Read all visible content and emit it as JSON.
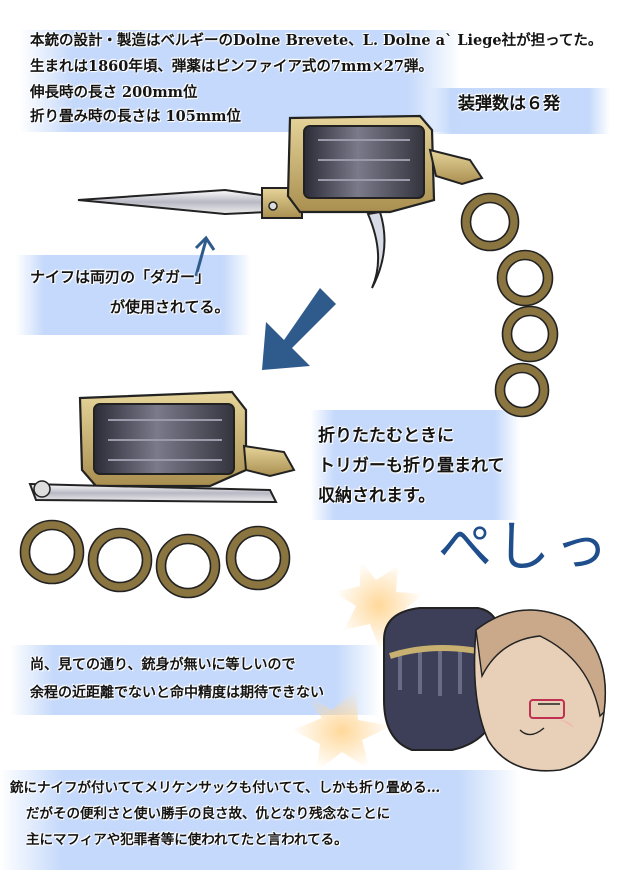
{
  "intro": {
    "line1": "本銃の設計・製造はベルギーのDolne Brevete、L. Dolne a` Liege社が担ってた。",
    "line2": "生まれは1860年頃、弾薬はピンファイア式の7mm×27弾。",
    "line3": "伸長時の長さ 200mm位",
    "line4": "折り畳み時の長さは 105mm位"
  },
  "capacity": "装弾数は６発",
  "knife_note": {
    "line1": "ナイフは両刃の「ダガー」",
    "line2": "が使用されてる。"
  },
  "fold_note": {
    "line1": "折りたたむときに",
    "line2": "トリガーも折り畳まれて",
    "line3": "収納されます。"
  },
  "sfx": "ぺしっ",
  "accuracy_note": {
    "line1": "尚、見ての通り、銃身が無いに等しいので",
    "line2": "余程の近距離でないと命中精度は期待できない"
  },
  "bottom_note": {
    "line1": "銃にナイフが付いててメリケンサックも付いてて、しかも折り畳める…",
    "line2": "だがその便利さと使い勝手の良さ故、仇となり残念なことに",
    "line3": "主にマフィアや犯罪者等に使われてたと言われてる。"
  },
  "colors": {
    "panel": "#bad2fa",
    "arrow": "#2f5a8c",
    "sfx": "#1f4e8c",
    "brass": "#c8b070",
    "steel": "#4a4a58"
  }
}
